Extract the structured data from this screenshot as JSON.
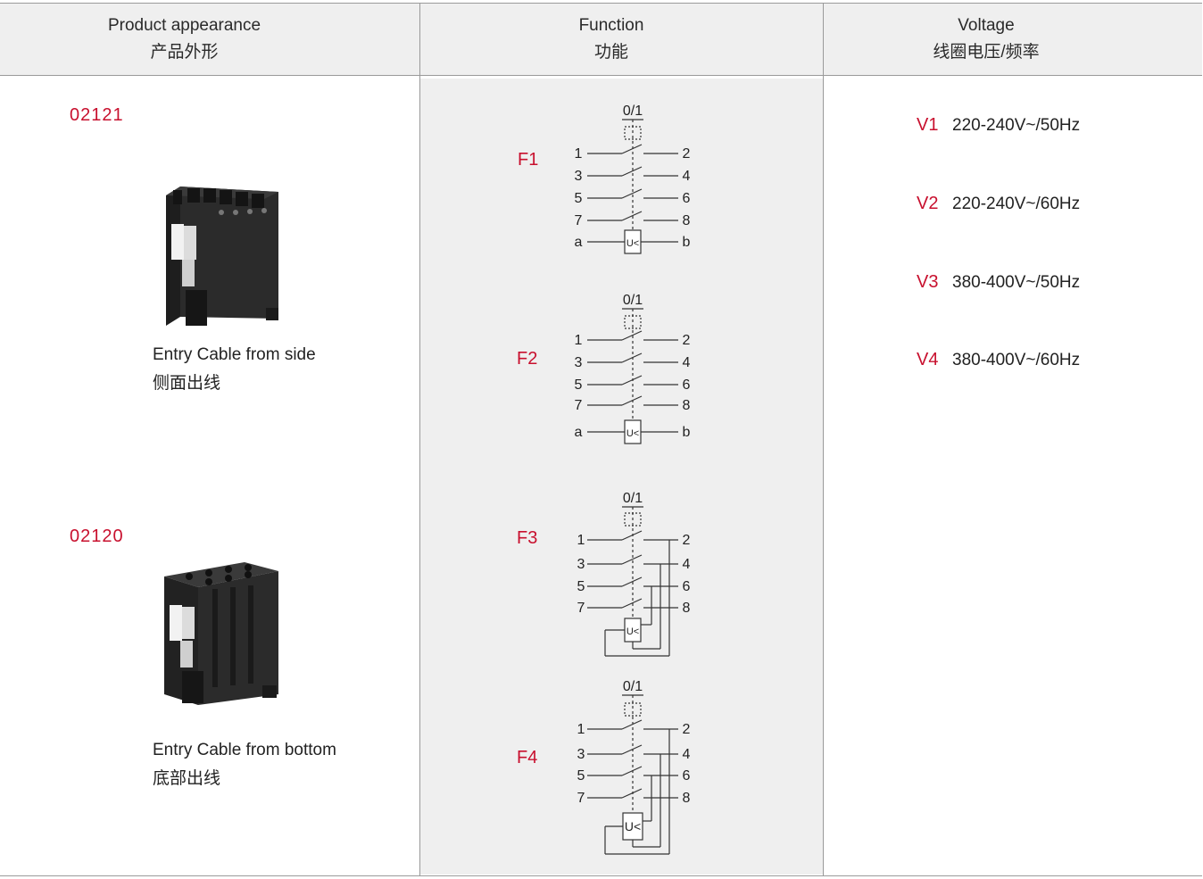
{
  "header": {
    "col1": {
      "en": "Product appearance",
      "zh": "产品外形"
    },
    "col2": {
      "en": "Function",
      "zh": "功能"
    },
    "col3": {
      "en": "Voltage",
      "zh": "线圈电压/频率"
    }
  },
  "products": [
    {
      "code": "02121",
      "caption_en": "Entry Cable from side",
      "caption_zh": "侧面出线"
    },
    {
      "code": "02120",
      "caption_en": "Entry Cable from bottom",
      "caption_zh": "底部出线"
    }
  ],
  "functions": [
    {
      "label": "F1",
      "top": "0/1",
      "terminals_left": [
        "1",
        "3",
        "5",
        "7",
        "a"
      ],
      "terminals_right": [
        "2",
        "4",
        "6",
        "8",
        "b"
      ],
      "coil": "U<"
    },
    {
      "label": "F2",
      "top": "0/1",
      "terminals_left": [
        "1",
        "3",
        "5",
        "7",
        "a"
      ],
      "terminals_right": [
        "2",
        "4",
        "6",
        "8",
        "b"
      ],
      "coil": "U<"
    },
    {
      "label": "F3",
      "top": "0/1",
      "terminals_left": [
        "1",
        "3",
        "5",
        "7"
      ],
      "terminals_right": [
        "2",
        "4",
        "6",
        "8"
      ],
      "coil": "U<"
    },
    {
      "label": "F4",
      "top": "0/1",
      "terminals_left": [
        "1",
        "3",
        "5",
        "7"
      ],
      "terminals_right": [
        "2",
        "4",
        "6",
        "8"
      ],
      "coil": "U<"
    }
  ],
  "voltages": [
    {
      "code": "V1",
      "value": "220-240V~/50Hz"
    },
    {
      "code": "V2",
      "value": "220-240V~/60Hz"
    },
    {
      "code": "V3",
      "value": "380-400V~/50Hz"
    },
    {
      "code": "V4",
      "value": "380-400V~/60Hz"
    }
  ],
  "colors": {
    "accent": "#c8102e",
    "header_bg": "#efefef",
    "line": "#9a9a9a"
  }
}
